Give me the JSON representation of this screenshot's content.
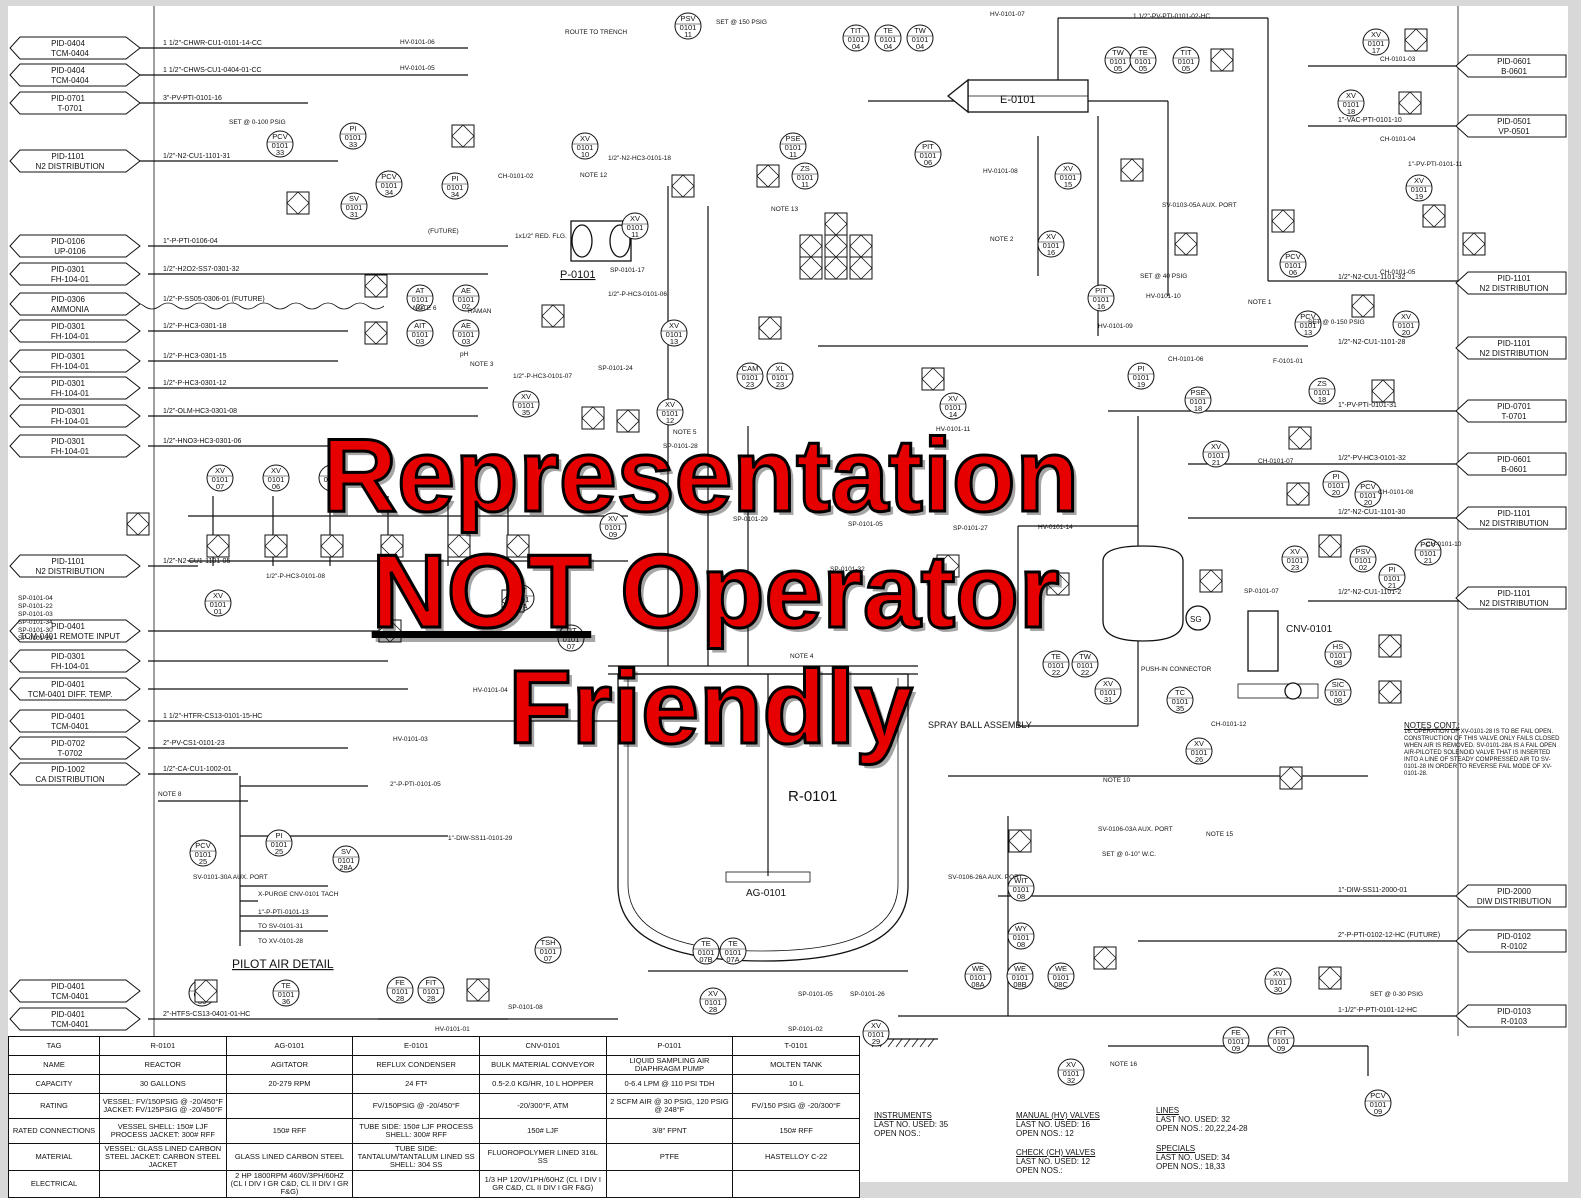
{
  "offpage_left": [
    {
      "line1": "PID-0404",
      "line2": "TCM-0404",
      "line": "1 1/2\"-CHWR-CU1-0101-14-CC"
    },
    {
      "line1": "PID-0404",
      "line2": "TCM-0404",
      "line": "1 1/2\"-CHWS-CU1-0404-01-CC"
    },
    {
      "line1": "PID-0701",
      "line2": "T-0701",
      "line": "3\"-PV-PTI-0101-16"
    },
    {
      "line1": "PID-1101",
      "line2": "N2 DISTRIBUTION",
      "line": "1/2\"-N2-CU1-1101-31"
    },
    {
      "line1": "PID-0106",
      "line2": "UP-0106",
      "line": "1\"-P-PTI-0106-04"
    },
    {
      "line1": "PID-0301",
      "line2": "FH-104-01",
      "line": "1/2\"-H2O2-SS7-0301-32"
    },
    {
      "line1": "PID-0306",
      "line2": "AMMONIA",
      "line": "1/2\"-P-SS05-0306-01 (FUTURE)"
    },
    {
      "line1": "PID-0301",
      "line2": "FH-104-01",
      "line": "1/2\"-P-HC3-0301-18"
    },
    {
      "line1": "PID-0301",
      "line2": "FH-104-01",
      "line": "1/2\"-P-HC3-0301-15"
    },
    {
      "line1": "PID-0301",
      "line2": "FH-104-01",
      "line": "1/2\"-P-HC3-0301-12"
    },
    {
      "line1": "PID-0301",
      "line2": "FH-104-01",
      "line": "1/2\"-OLM-HC3-0301-08"
    },
    {
      "line1": "PID-0301",
      "line2": "FH-104-01",
      "line": "1/2\"-HNO3-HC3-0301-06"
    },
    {
      "line1": "PID-1101",
      "line2": "N2 DISTRIBUTION",
      "line": "1/2\"-N2-CU1-1101-05"
    },
    {
      "line1": "PID-0401",
      "line2": "TCM-0401 REMOTE INPUT",
      "line": ""
    },
    {
      "line1": "PID-0301",
      "line2": "FH-104-01",
      "line": ""
    },
    {
      "line1": "PID-0401",
      "line2": "TCM-0401 DIFF. TEMP.",
      "line": ""
    },
    {
      "line1": "PID-0401",
      "line2": "TCM-0401",
      "line": "1 1/2\"-HTFR-CS13-0101-15-HC"
    },
    {
      "line1": "PID-0702",
      "line2": "T-0702",
      "line": "2\"-PV-CS1-0101-23"
    },
    {
      "line1": "PID-1002",
      "line2": "CA DISTRIBUTION",
      "line": "1/2\"-CA-CU1-1002-01"
    },
    {
      "line1": "PID-0401",
      "line2": "TCM-0401",
      "line": ""
    },
    {
      "line1": "PID-0401",
      "line2": "TCM-0401",
      "line": "2\"-HTFS-CS13-0401-01-HC"
    }
  ],
  "offpage_right": [
    {
      "line1": "PID-0601",
      "line2": "B-0601",
      "line": ""
    },
    {
      "line1": "PID-0501",
      "line2": "VP-0501",
      "line": "1\"-VAC-PTI-0101-10"
    },
    {
      "line1": "PID-1101",
      "line2": "N2 DISTRIBUTION",
      "line": "1/2\"-N2-CU1-1101-32"
    },
    {
      "line1": "PID-1101",
      "line2": "N2 DISTRIBUTION",
      "line": "1/2\"-N2-CU1-1101-28"
    },
    {
      "line1": "PID-0701",
      "line2": "T-0701",
      "line": "1\"-PV-PTI-0101-31"
    },
    {
      "line1": "PID-0601",
      "line2": "B-0601",
      "line": "1/2\"-PV-HC3-0101-32"
    },
    {
      "line1": "PID-1101",
      "line2": "N2 DISTRIBUTION",
      "line": "1/2\"-N2-CU1-1101-30"
    },
    {
      "line1": "PID-1101",
      "line2": "N2 DISTRIBUTION",
      "line": "1/2\"-N2-CU1-1101-2"
    },
    {
      "line1": "PID-2000",
      "line2": "DIW DISTRIBUTION",
      "line": "1\"-DIW-SS11-2000-01"
    },
    {
      "line1": "PID-0102",
      "line2": "R-0102",
      "line": "2\"-P-PTI-0102-12-HC (FUTURE)"
    },
    {
      "line1": "PID-0103",
      "line2": "R-0103",
      "line": "1-1/2\"-P-PTI-0101-12-HC"
    }
  ],
  "bubbles": [
    {
      "tag": "PSV",
      "num": "0101",
      "n2": "11"
    },
    {
      "tag": "TIT",
      "num": "0101",
      "n2": "04"
    },
    {
      "tag": "TE",
      "num": "0101",
      "n2": "04"
    },
    {
      "tag": "TW",
      "num": "0101",
      "n2": "04"
    },
    {
      "tag": "PCV",
      "num": "0101",
      "n2": "33"
    },
    {
      "tag": "PI",
      "num": "0101",
      "n2": "33"
    },
    {
      "tag": "XV",
      "num": "0101",
      "n2": "10"
    },
    {
      "tag": "PCV",
      "num": "0101",
      "n2": "34"
    },
    {
      "tag": "PI",
      "num": "0101",
      "n2": "34"
    },
    {
      "tag": "SV",
      "num": "0101",
      "n2": "31"
    },
    {
      "tag": "XV",
      "num": "0101",
      "n2": "11"
    },
    {
      "tag": "AT",
      "num": "0101",
      "n2": "02"
    },
    {
      "tag": "AE",
      "num": "0101",
      "n2": "02"
    },
    {
      "tag": "AIT",
      "num": "0101",
      "n2": "03"
    },
    {
      "tag": "AE",
      "num": "0101",
      "n2": "03"
    },
    {
      "tag": "XV",
      "num": "0101",
      "n2": "13"
    },
    {
      "tag": "CAM",
      "num": "0101",
      "n2": "23"
    },
    {
      "tag": "XL",
      "num": "0101",
      "n2": "23"
    },
    {
      "tag": "XV",
      "num": "0101",
      "n2": "35"
    },
    {
      "tag": "XV",
      "num": "0101",
      "n2": "12"
    },
    {
      "tag": "XV",
      "num": "0101",
      "n2": "07"
    },
    {
      "tag": "XV",
      "num": "0101",
      "n2": "06"
    },
    {
      "tag": "XV",
      "num": "0101",
      "n2": "05"
    },
    {
      "tag": "XV",
      "num": "0101",
      "n2": "09"
    },
    {
      "tag": "XV",
      "num": "0101",
      "n2": "01"
    },
    {
      "tag": "PSE",
      "num": "0101",
      "n2": "11"
    },
    {
      "tag": "ZS",
      "num": "0101",
      "n2": "11"
    },
    {
      "tag": "PIT",
      "num": "0101",
      "n2": "06"
    },
    {
      "tag": "XV",
      "num": "0101",
      "n2": "14"
    },
    {
      "tag": "XV",
      "num": "0101",
      "n2": "15"
    },
    {
      "tag": "XV",
      "num": "0101",
      "n2": "16"
    },
    {
      "tag": "PIT",
      "num": "0101",
      "n2": "16"
    },
    {
      "tag": "TW",
      "num": "0101",
      "n2": "05"
    },
    {
      "tag": "TE",
      "num": "0101",
      "n2": "05"
    },
    {
      "tag": "TIT",
      "num": "0101",
      "n2": "05"
    },
    {
      "tag": "XV",
      "num": "0101",
      "n2": "17"
    },
    {
      "tag": "XV",
      "num": "0101",
      "n2": "18"
    },
    {
      "tag": "XV",
      "num": "0101",
      "n2": "19"
    },
    {
      "tag": "PCV",
      "num": "0101",
      "n2": "06"
    },
    {
      "tag": "PCV",
      "num": "0101",
      "n2": "13"
    },
    {
      "tag": "XV",
      "num": "0101",
      "n2": "20"
    },
    {
      "tag": "PI",
      "num": "0101",
      "n2": "19"
    },
    {
      "tag": "PSE",
      "num": "0101",
      "n2": "18"
    },
    {
      "tag": "ZS",
      "num": "0101",
      "n2": "18"
    },
    {
      "tag": "XV",
      "num": "0101",
      "n2": "21"
    },
    {
      "tag": "PI",
      "num": "0101",
      "n2": "20"
    },
    {
      "tag": "PCV",
      "num": "0101",
      "n2": "20"
    },
    {
      "tag": "XV",
      "num": "0101",
      "n2": "23"
    },
    {
      "tag": "PSV",
      "num": "0101",
      "n2": "02"
    },
    {
      "tag": "PI",
      "num": "0101",
      "n2": "21"
    },
    {
      "tag": "PCV",
      "num": "0101",
      "n2": "21"
    },
    {
      "tag": "TE",
      "num": "0101",
      "n2": "22"
    },
    {
      "tag": "TW",
      "num": "0101",
      "n2": "22"
    },
    {
      "tag": "XV",
      "num": "0101",
      "n2": "31"
    },
    {
      "tag": "TC",
      "num": "0101",
      "n2": "35"
    },
    {
      "tag": "HS",
      "num": "0101",
      "n2": "08"
    },
    {
      "tag": "SIC",
      "num": "0101",
      "n2": "08"
    },
    {
      "tag": "XV",
      "num": "0101",
      "n2": "26"
    },
    {
      "tag": "PCV",
      "num": "0101",
      "n2": "25"
    },
    {
      "tag": "PI",
      "num": "0101",
      "n2": "25"
    },
    {
      "tag": "SV",
      "num": "0101",
      "n2": "28A"
    },
    {
      "tag": "TI",
      "num": "0101",
      "n2": "36"
    },
    {
      "tag": "TE",
      "num": "0101",
      "n2": "36"
    },
    {
      "tag": "FE",
      "num": "0101",
      "n2": "28"
    },
    {
      "tag": "FIT",
      "num": "0101",
      "n2": "28"
    },
    {
      "tag": "TSH",
      "num": "0101",
      "n2": "07"
    },
    {
      "tag": "TE",
      "num": "0101",
      "n2": "07B"
    },
    {
      "tag": "TE",
      "num": "0101",
      "n2": "07A"
    },
    {
      "tag": "XV",
      "num": "0101",
      "n2": "28"
    },
    {
      "tag": "XV",
      "num": "0101",
      "n2": "29"
    },
    {
      "tag": "WIT",
      "num": "0101",
      "n2": "08"
    },
    {
      "tag": "WY",
      "num": "0101",
      "n2": "08"
    },
    {
      "tag": "WE",
      "num": "0101",
      "n2": "08A"
    },
    {
      "tag": "WE",
      "num": "0101",
      "n2": "08B"
    },
    {
      "tag": "WE",
      "num": "0101",
      "n2": "08C"
    },
    {
      "tag": "XV",
      "num": "0101",
      "n2": "30"
    },
    {
      "tag": "XV",
      "num": "0101",
      "n2": "32"
    },
    {
      "tag": "FE",
      "num": "0101",
      "n2": "09"
    },
    {
      "tag": "FIT",
      "num": "0101",
      "n2": "09"
    },
    {
      "tag": "PCV",
      "num": "0101",
      "n2": "09"
    },
    {
      "tag": "TIT",
      "num": "0101",
      "n2": "08A"
    },
    {
      "tag": "TIT",
      "num": "0101",
      "n2": "07"
    }
  ],
  "equipment": {
    "reactor": "R-0101",
    "agitator": "AG-0101",
    "condenser": "E-0101",
    "pump": "P-0101",
    "conveyor": "CNV-0101",
    "spray": "SPRAY BALL ASSEMBLY",
    "pilot_air": "PILOT AIR DETAIL"
  },
  "misc_labels": [
    "ROUTE TO TRENCH",
    "SET @ 150 PSIG",
    "HV-0101-06",
    "HV-0101-05",
    "HV-0101-07",
    "1 1/2\"-PV-PTI-0101-02-HC",
    "SET @ 0-100 PSIG",
    "CH-0101-02",
    "(FUTURE)",
    "NOTE 6",
    "RAMAN",
    "pH",
    "NOTE 3",
    "1/2\"-P-HC3-0101-07",
    "1/2\"-P-HC3-0101-06",
    "1/2\"-N2-HC3-0101-18",
    "NOTE 12",
    "NOTE 13",
    "NOTE 5",
    "NOTE 4",
    "NOTE 2",
    "HV-0101-08",
    "HV-0101-09",
    "HV-0101-10",
    "CH-0101-03",
    "CH-0101-04",
    "CH-0101-05",
    "CH-0101-06",
    "F-0101-01",
    "SET @ 0-150 PSIG",
    "NOTE 1",
    "1\"-PV-PTI-0101-11",
    "1/2\"-P-HC3-0101-08",
    "HV-0101-04",
    "HV-0101-03",
    "HV-0101-01",
    "HV-0101-14",
    "HV-0101-11",
    "CH-0101-07",
    "CH-0101-08",
    "CH-0101-10",
    "CH-0101-12",
    "SET @ 0-30 PSIG",
    "SET @ 0-10\" W.C.",
    "NOTE 10",
    "NOTE 15",
    "NOTE 16",
    "NOTE 8",
    "2\"-P-PTI-0101-05",
    "1\"-DIW-SS11-0101-29",
    "1\"-P-PTI-0101-13",
    "X-PURGE CNV-0101 TACH",
    "TO SV-0101-31",
    "TO XV-0101-28",
    "SV-0101-30A AUX. PORT",
    "PUSH-IN CONNECTOR",
    "SV-0106-03A AUX. PORT",
    "SV-0106-26A AUX. PORT",
    "SV-0103-05A AUX. PORT",
    "SET @ 40 PSIG",
    "1x1/2\" RED. FLG.",
    "SP-0101-17",
    "SP-0101-24",
    "SP-0101-28",
    "SP-0101-27",
    "SP-0101-07",
    "SP-0101-08",
    "SP-0101-05",
    "SP-0101-26",
    "SP-0101-02",
    "SP-0101-32",
    "SP-0101-05",
    "SP-0101-29",
    "SP-0101-04",
    "SP-0101-22",
    "SP-0101-03",
    "SP-0101-34",
    "SP-0101-30",
    "SP-0101-21"
  ],
  "schedule": {
    "columns": [
      "R-0101",
      "AG-0101",
      "E-0101",
      "CNV-0101",
      "P-0101",
      "T-0101"
    ],
    "rows": [
      {
        "label": "TAG",
        "cells": [
          "R-0101",
          "AG-0101",
          "E-0101",
          "CNV-0101",
          "P-0101",
          "T-0101"
        ]
      },
      {
        "label": "NAME",
        "cells": [
          "REACTOR",
          "AGITATOR",
          "REFLUX CONDENSER",
          "BULK MATERIAL CONVEYOR",
          "LIQUID SAMPLING AIR DIAPHRAGM PUMP",
          "MOLTEN TANK"
        ]
      },
      {
        "label": "CAPACITY",
        "cells": [
          "30 GALLONS",
          "20-279 RPM",
          "24 FT²",
          "0.5-2.0 KG/HR, 10 L HOPPER",
          "0-6.4 LPM @ 110 PSI TDH",
          "10 L"
        ]
      },
      {
        "label": "RATING",
        "cells": [
          "VESSEL: FV/150PSIG @ -20/450°F JACKET: FV/125PSIG @ -20/450°F",
          "",
          "FV/150PSIG @ -20/450°F",
          "-20/300°F, ATM",
          "2 SCFM AIR @ 30 PSIG, 120 PSIG @ 248°F",
          "FV/150 PSIG @ -20/300°F"
        ]
      },
      {
        "label": "RATED CONNECTIONS",
        "cells": [
          "VESSEL SHELL: 150# LJF PROCESS JACKET: 300# RFF",
          "150# RFF",
          "TUBE SIDE: 150# LJF PROCESS SHELL: 300# RFF",
          "150# LJF",
          "3/8\" FPNT",
          "150# RFF"
        ]
      },
      {
        "label": "MATERIAL",
        "cells": [
          "VESSEL: GLASS LINED CARBON STEEL JACKET: CARBON STEEL JACKET",
          "GLASS LINED CARBON STEEL",
          "TUBE SIDE: TANTALUM/TANTALUM LINED SS SHELL: 304 SS",
          "FLUOROPOLYMER LINED 316L SS",
          "PTFE",
          "HASTELLOY C-22"
        ]
      },
      {
        "label": "ELECTRICAL",
        "cells": [
          "",
          "2 HP 1800RPM 460V/3PH/60HZ (CL I DIV I GR C&D, CL II DIV I GR F&G)",
          "",
          "1/3 HP 120V/1PH/60HZ (CL I DIV I GR C&D, CL II DIV I GR F&G)",
          "",
          ""
        ]
      }
    ]
  },
  "counters": {
    "instruments": {
      "title": "INSTRUMENTS",
      "l1": "LAST NO. USED:   35",
      "l2": "OPEN NOS.:"
    },
    "manual_valves": {
      "title": "MANUAL (HV) VALVES",
      "l1": "LAST NO. USED:   16",
      "l2": "OPEN NOS.: 12"
    },
    "check_valves": {
      "title": "CHECK (CH) VALVES",
      "l1": "LAST NO. USED:   12",
      "l2": "OPEN NOS.:"
    },
    "lines": {
      "title": "LINES",
      "l1": "LAST NO. USED:   32",
      "l2": "OPEN NOS.: 20,22,24-28"
    },
    "specials": {
      "title": "SPECIALS",
      "l1": "LAST NO. USED:   34",
      "l2": "OPEN NOS.: 18,33"
    }
  },
  "notes_cont": {
    "title": "NOTES CONT.:",
    "text": "16. OPERATION OF XV-0101-28 IS TO BE FAIL OPEN. CONSTRUCTION OF THIS VALVE ONLY FAILS CLOSED WHEN AIR IS REMOVED. SV-0101-28A IS A FAIL OPEN AIR-PILOTED SOLENOID VALVE THAT IS INSERTED INTO A LINE OF STEADY COMPRESSED AIR TO SV-0101-28 IN ORDER TO REVERSE FAIL MODE OF XV-0101-28."
  },
  "overlay": {
    "line1": "Representation",
    "line2a": "NOT",
    "line2b": " Operator",
    "line3": "Friendly",
    "color": "#e60000"
  }
}
